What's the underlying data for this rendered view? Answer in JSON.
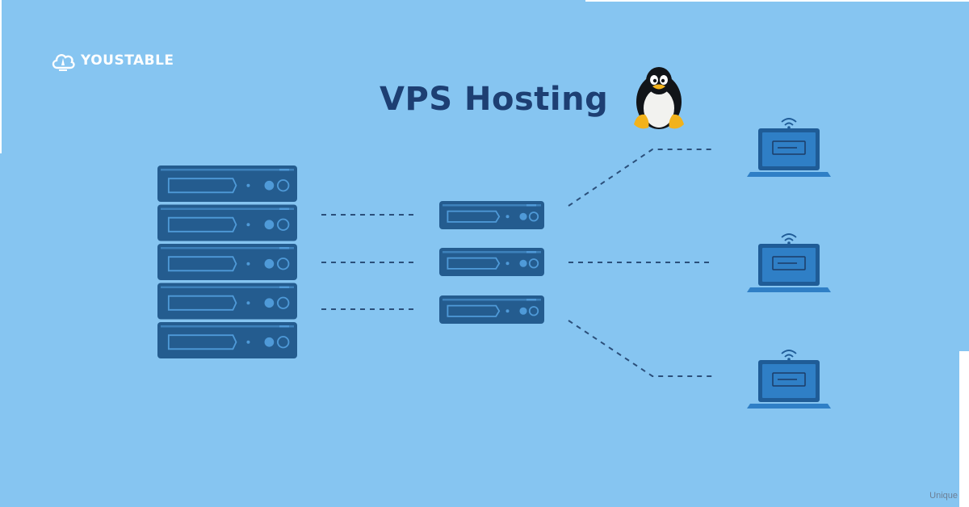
{
  "brand": {
    "name": "YOUSTABLE",
    "icon": "rocket-cloud-logo-icon"
  },
  "title": "VPS Hosting",
  "mascot": {
    "icon": "linux-tux-penguin-icon"
  },
  "watermark": "Unique",
  "diagram": {
    "physical_server_units": 5,
    "virtual_servers": 3,
    "client_devices": 3,
    "device_icon": "laptop-icon",
    "signal_icon": "wifi-icon"
  },
  "colors": {
    "background": "#86c5f1",
    "server_fill": "#245c8f",
    "server_detail": "#4f9ad8",
    "title_text": "#1d3f73",
    "connector": "#2b4f7a",
    "laptop_fill": "#1f5c97",
    "laptop_screen": "#2f7fc6"
  }
}
